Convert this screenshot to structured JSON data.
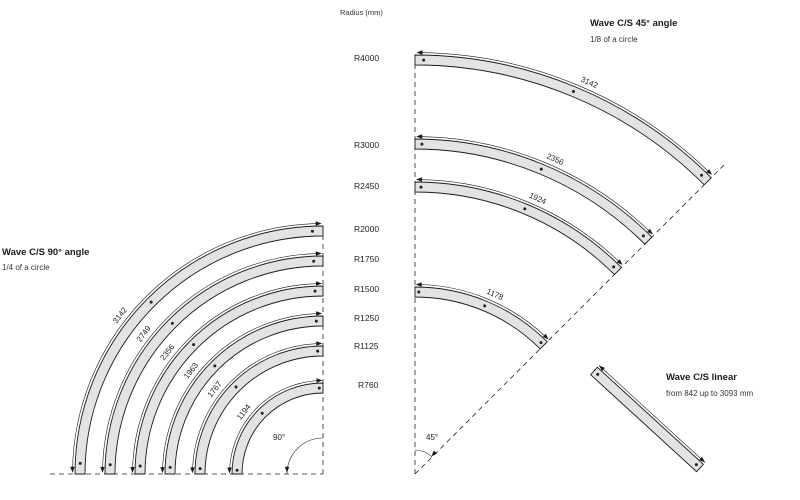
{
  "header": {
    "radius_label": "Radius (mm)"
  },
  "sections": {
    "angle90": {
      "title": "Wave C/S 90° angle",
      "subtitle": "1/4 of a circle",
      "angle_label": "90°"
    },
    "angle45": {
      "title": "Wave C/S 45° angle",
      "subtitle": "1/8 of a circle",
      "angle_label": "45°"
    },
    "linear": {
      "title": "Wave C/S linear",
      "subtitle": "from 842 up to 3093 mm"
    }
  },
  "radius_labels": [
    "R4000",
    "R3000",
    "R2450",
    "R2000",
    "R1750",
    "R1500",
    "R1250",
    "R1125",
    "R760"
  ],
  "chart_data": {
    "type": "diagram",
    "curves_90": [
      {
        "radius": "R2000",
        "length": "3142"
      },
      {
        "radius": "R1750",
        "length": "2749"
      },
      {
        "radius": "R1500",
        "length": "2356"
      },
      {
        "radius": "R1250",
        "length": "1963"
      },
      {
        "radius": "R1125",
        "length": "1767"
      },
      {
        "radius": "R760",
        "length": "1194"
      }
    ],
    "curves_45": [
      {
        "radius": "R4000",
        "length": "3142"
      },
      {
        "radius": "R3000",
        "length": "2356"
      },
      {
        "radius": "R2450",
        "length": "1924"
      },
      {
        "radius": "R1500",
        "length": "1178"
      }
    ]
  },
  "colors": {
    "segment_fill": "#e3e3e3",
    "stroke": "#1a1a1a"
  }
}
